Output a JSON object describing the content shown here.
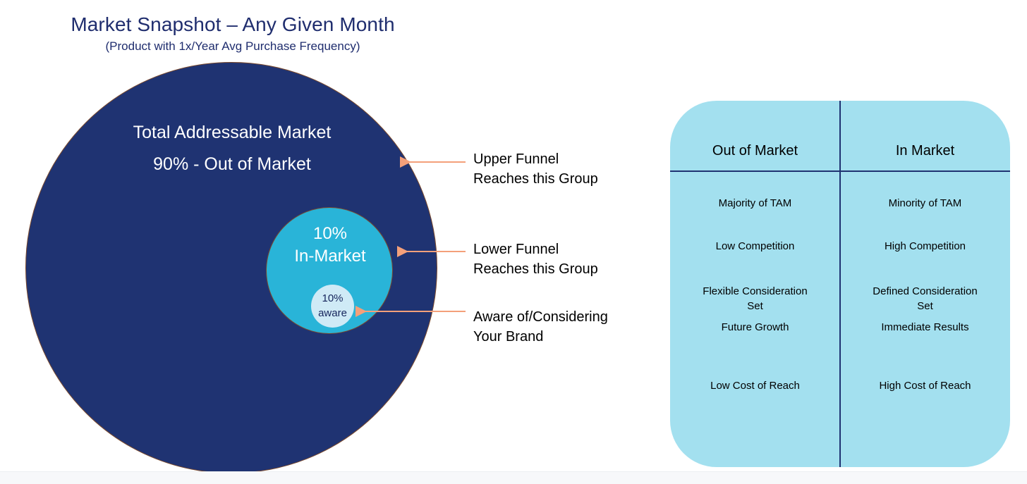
{
  "header": {
    "title": "Market Snapshot – Any Given Month",
    "subtitle": "(Product with 1x/Year Avg Purchase Frequency)"
  },
  "diagram": {
    "tam_circle": {
      "label_line_1": "Total Addressable Market",
      "label_line_2": "90% - Out of Market",
      "color": "#1f3372",
      "text_color": "#ffffff"
    },
    "in_market_circle": {
      "label_line_1": "10%",
      "label_line_2": "In-Market",
      "color": "#29b4d8",
      "text_color": "#ffffff"
    },
    "aware_circle": {
      "label_line_1": "10%",
      "label_line_2": "aware",
      "color": "#cfeaf6",
      "text_color": "#16255c"
    },
    "arrow_color": "#f4a07a"
  },
  "callouts": [
    {
      "text": "Upper Funnel\nReaches this Group"
    },
    {
      "text": "Lower Funnel\nReaches this Group"
    },
    {
      "text": "Aware of/Considering\nYour Brand"
    }
  ],
  "comparison": {
    "background_color": "#a3e0ef",
    "rule_color": "#1f3372",
    "headers": [
      "Out of Market",
      "In Market"
    ],
    "rows": [
      [
        "Majority of TAM",
        "Minority of TAM"
      ],
      [
        "Low Competition",
        "High Competition"
      ],
      [
        "Flexible Consideration\nSet",
        "Defined Consideration\nSet"
      ],
      [
        "Future Growth",
        "Immediate Results"
      ],
      [
        "Low Cost of Reach",
        "High Cost of Reach"
      ]
    ]
  }
}
